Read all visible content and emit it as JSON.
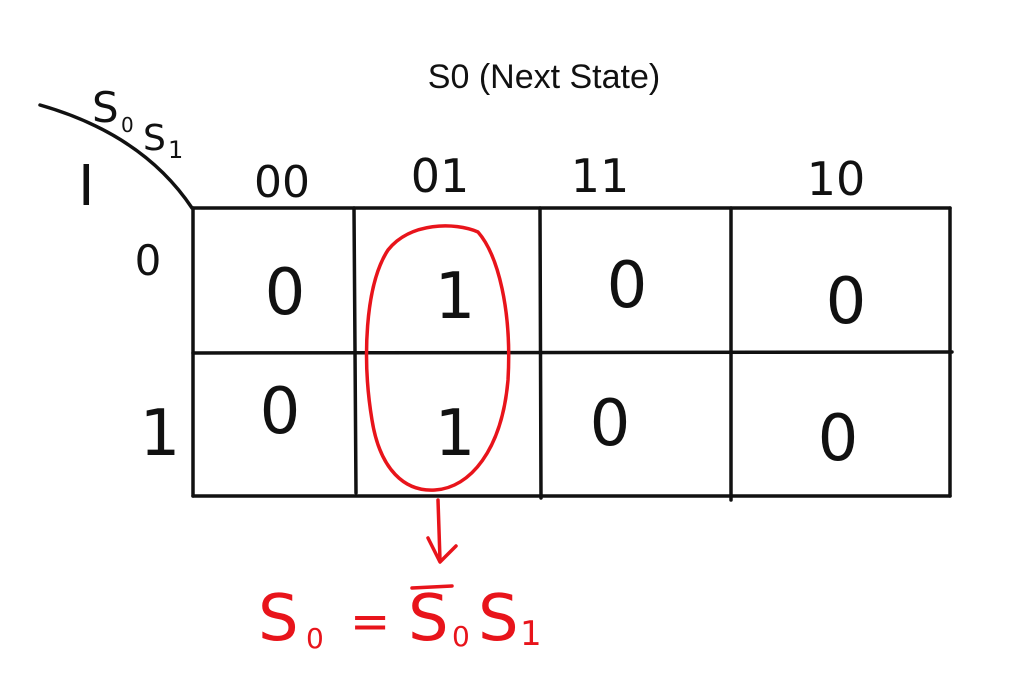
{
  "title": "S0 (Next State)",
  "corner": {
    "col_vars": [
      "S",
      "0",
      "S",
      "1"
    ],
    "row_var": "I"
  },
  "col_headers": [
    "00",
    "01",
    "11",
    "10"
  ],
  "row_headers": [
    "0",
    "1"
  ],
  "cells": [
    [
      "0",
      "1",
      "0",
      "0"
    ],
    [
      "0",
      "1",
      "0",
      "0"
    ]
  ],
  "grouped_column_index": 1,
  "equation": {
    "lhs": "S",
    "lhs_sub": "0",
    "eq": "=",
    "term1": "S",
    "term1_sub": "0",
    "term2": "S",
    "term2_sub": "1"
  },
  "colors": {
    "ink": "#111111",
    "annotation": "#e8141b"
  }
}
